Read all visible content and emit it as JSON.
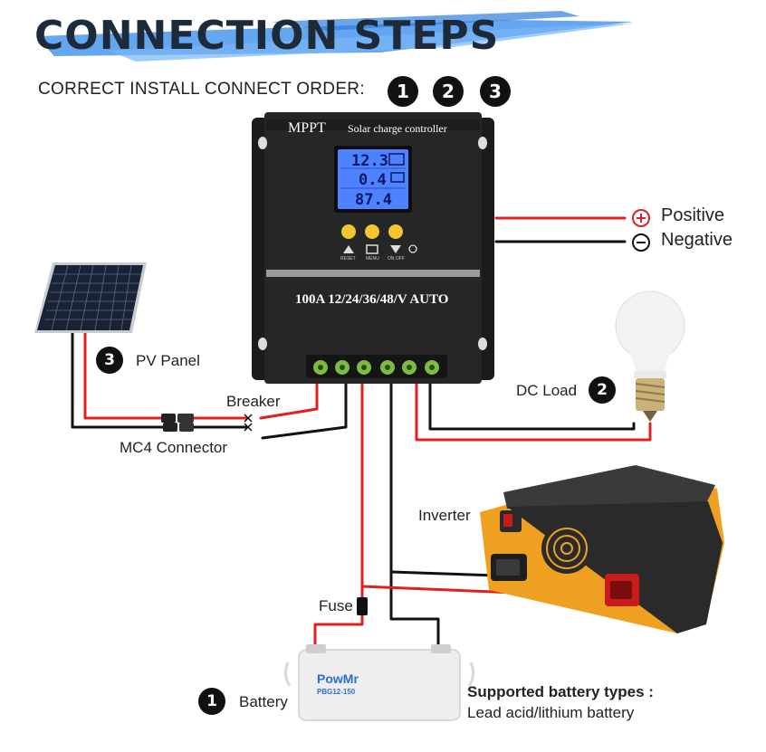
{
  "header": {
    "title": "CONNECTION STEPS",
    "subtitle": "CORRECT INSTALL CONNECT ORDER:",
    "order": [
      "1",
      "2",
      "3"
    ]
  },
  "controller": {
    "brand": "MPPT",
    "product": "Solar charge controller",
    "lcd_lines": [
      "12.3",
      "0.4",
      "87.4"
    ],
    "buttons": [
      "RESET",
      "MENU",
      "ON OFF"
    ],
    "rating": "100A 12/24/36/48/V AUTO"
  },
  "legend": {
    "positive": "Positive",
    "negative": "Negative"
  },
  "components": {
    "pv_panel": {
      "step": "3",
      "label": "PV Panel"
    },
    "breaker": "Breaker",
    "mc4": "MC4 Connector",
    "dc_load": {
      "step": "2",
      "label": "DC Load"
    },
    "inverter": "Inverter",
    "fuse": "Fuse",
    "battery": {
      "step": "1",
      "label": "Battery",
      "brand": "PowMr",
      "model": "PBG12-150"
    }
  },
  "notes": {
    "supported_title": "Supported battery types :",
    "supported_types": "Lead acid/lithium battery"
  },
  "colors": {
    "positive_wire": "#e02020",
    "negative_wire": "#111111",
    "inverter_orange": "#f0a020",
    "lcd_blue": "#4a7cff",
    "accent_stripe": "#3d8fe8"
  }
}
